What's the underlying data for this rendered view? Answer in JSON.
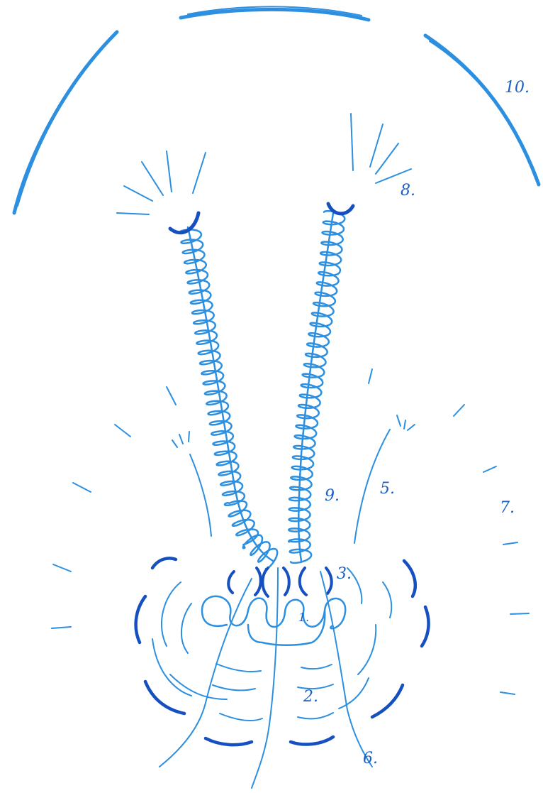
{
  "labels": {
    "l1": "1.",
    "l2": "2.",
    "l3": "3.",
    "l5": "5.",
    "l6": "6.",
    "l7": "7.",
    "l8": "8.",
    "l9": "9.",
    "l10": "10."
  },
  "colors": {
    "ink_light": "#2c8fe0",
    "ink_dark": "#1650c0",
    "background": "#ffffff"
  }
}
